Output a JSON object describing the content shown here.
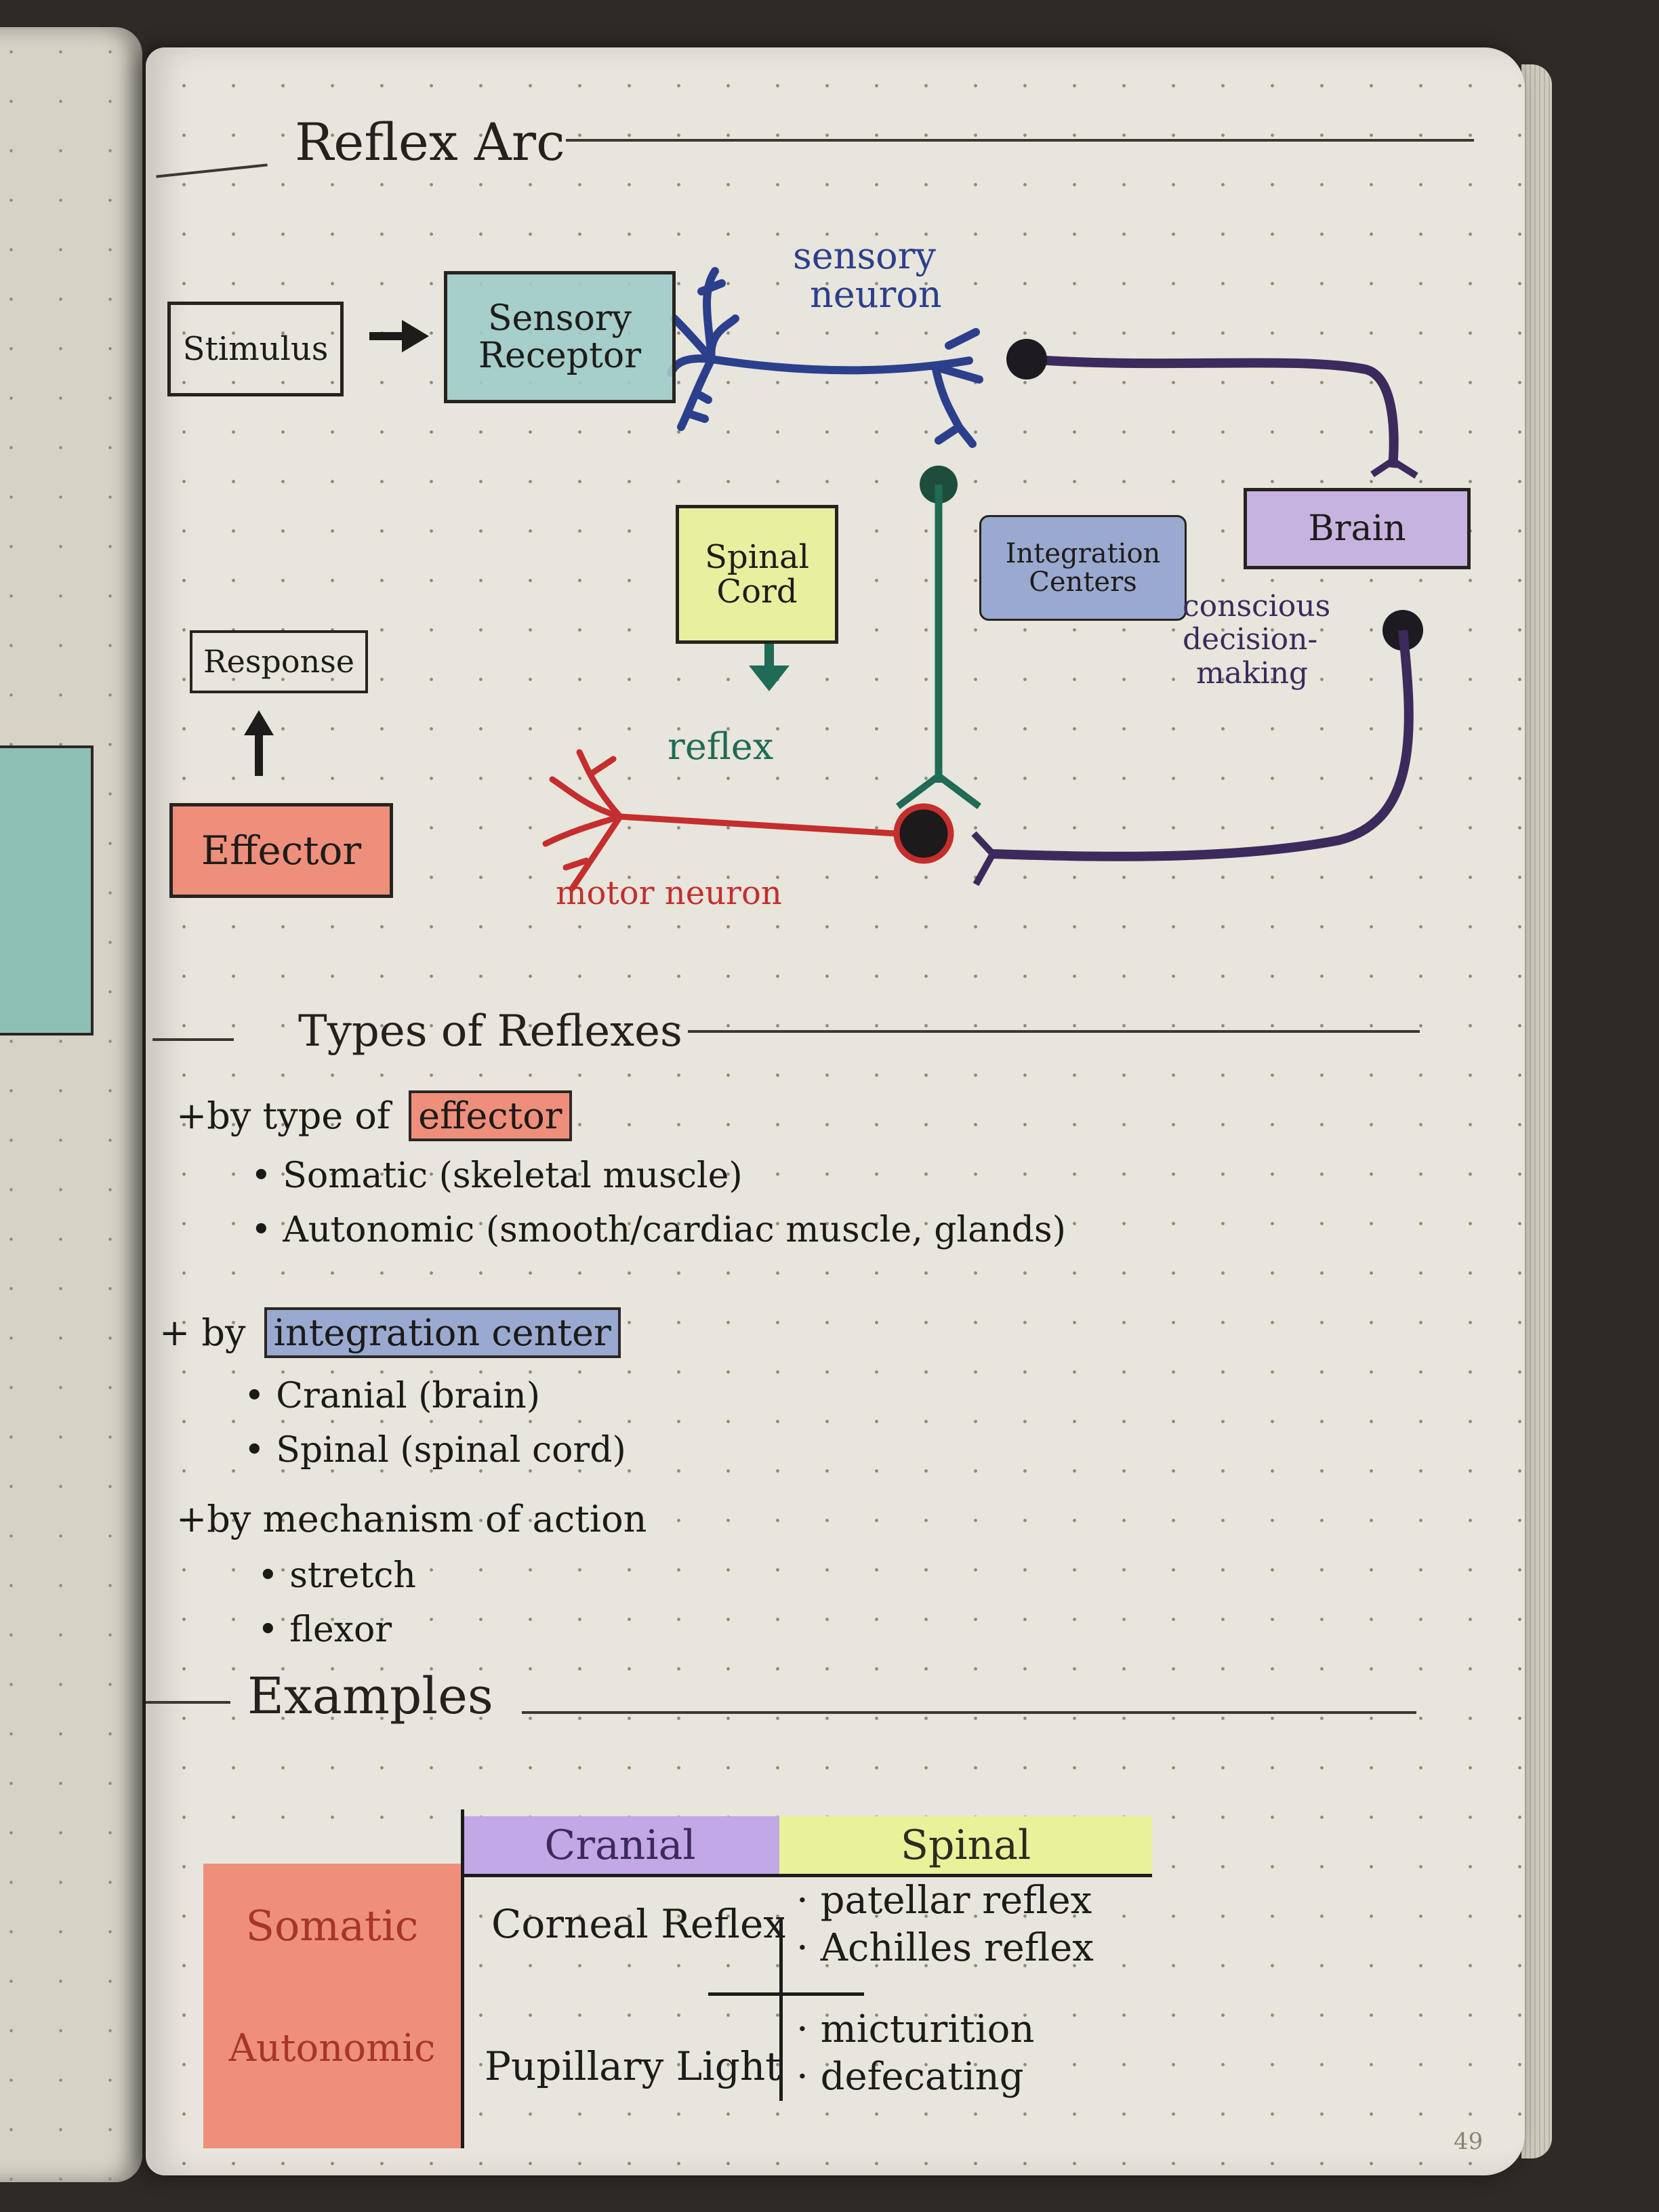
{
  "colors": {
    "sensory": "#2b3f8c",
    "integration": "#1f6b55",
    "motor": "#c42e2e",
    "brain": "#3c2a5c",
    "receptor_fill": "#9fcbc9",
    "spinal_fill": "#e8ef9e",
    "integration_fill": "#9aa9cf",
    "brain_fill": "#c7b3e0",
    "effector_fill": "#ee8f7c",
    "cranial_fill": "#c2a8e6",
    "spinal_col_fill": "#e9f29a"
  },
  "diagram": {
    "title": "Reflex Arc",
    "stimulus": "Stimulus",
    "sensory_receptor": [
      "Sensory",
      "Receptor"
    ],
    "sensory_neuron": [
      "sensory",
      "neuron"
    ],
    "brain": "Brain",
    "spinal_cord": [
      "Spinal",
      "Cord"
    ],
    "integration_centers": [
      "Integration",
      "Centers"
    ],
    "conscious": [
      "conscious",
      "decision-",
      "making"
    ],
    "reflex": "reflex",
    "response": "Response",
    "effector": "Effector",
    "motor_neuron": "motor neuron"
  },
  "types": {
    "heading": "Types of Reflexes",
    "groups": [
      {
        "prefix": "+by type of",
        "highlight": "effector",
        "items": [
          "Somatic (skeletal muscle)",
          "Autonomic (smooth/cardiac muscle, glands)"
        ]
      },
      {
        "prefix": "+ by",
        "highlight": "integration center",
        "items": [
          "Cranial (brain)",
          "Spinal (spinal cord)"
        ]
      },
      {
        "prefix": "+by mechanism of action",
        "highlight": "",
        "items": [
          "stretch",
          "flexor"
        ]
      }
    ]
  },
  "examples": {
    "heading": "Examples",
    "columns": [
      "Cranial",
      "Spinal"
    ],
    "rows": [
      {
        "label": "Somatic",
        "cranial": "Corneal Reflex",
        "spinal": [
          "patellar reflex",
          "Achilles reflex"
        ]
      },
      {
        "label": "Autonomic",
        "cranial": "Pupillary Light",
        "spinal": [
          "micturition",
          "defecating"
        ]
      }
    ]
  },
  "page_number": "49"
}
